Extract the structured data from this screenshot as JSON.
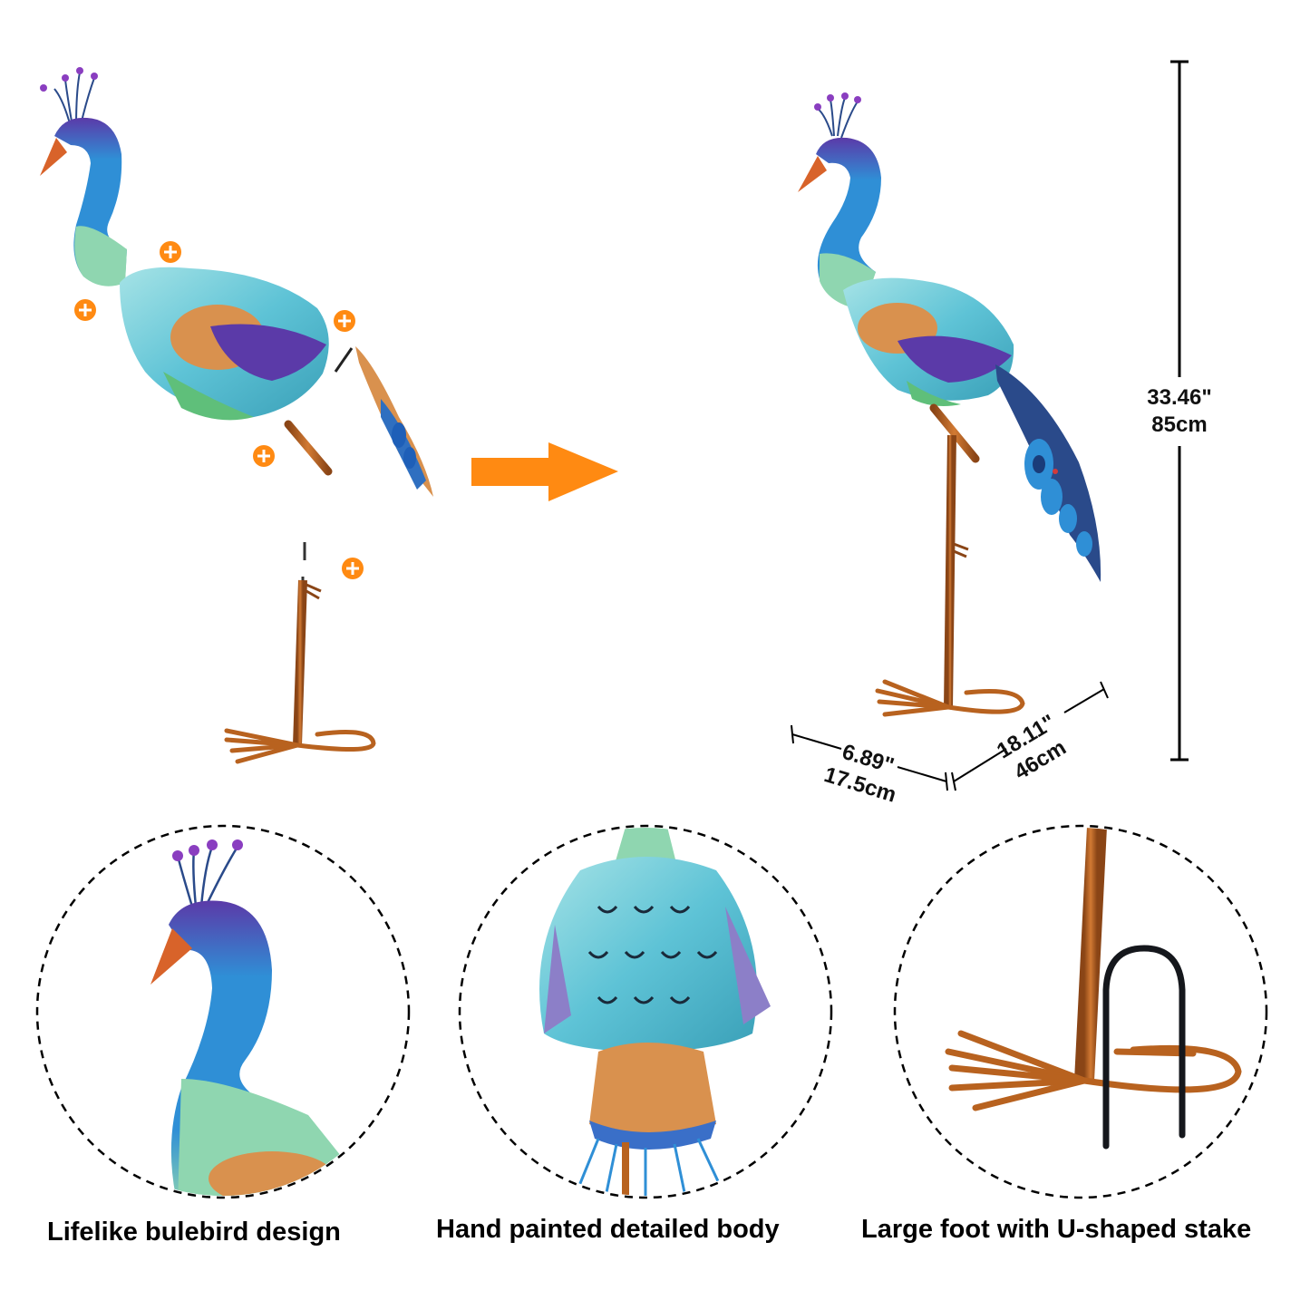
{
  "colors": {
    "accent_orange": "#ff8a12",
    "copper": "#b8621f",
    "peacock_blue": "#2f8fd6",
    "teal": "#7fd3c6",
    "purple": "#5b3aa8"
  },
  "icons": [
    "plus-circle-icon",
    "right-arrow-icon"
  ],
  "dimensions": {
    "height_in": "33.46\"",
    "height_cm": "85cm",
    "depth_in": "6.89\"",
    "depth_cm": "17.5cm",
    "width_in": "18.11\"",
    "width_cm": "46cm"
  },
  "captions": {
    "head": "Lifelike bulebird design",
    "body": "Hand painted detailed body",
    "foot": "Large foot with U-shaped stake"
  }
}
